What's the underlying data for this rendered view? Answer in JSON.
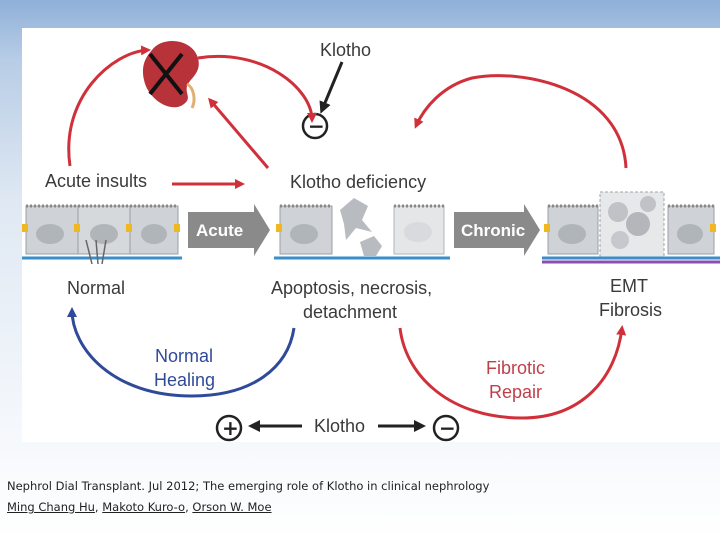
{
  "diagram": {
    "top_label": "Klotho",
    "acute_insults": "Acute insults",
    "klotho_deficiency": "Klotho deficiency",
    "acute": "Acute",
    "chronic": "Chronic",
    "normal": "Normal",
    "apoptosis_line1": "Apoptosis, necrosis,",
    "apoptosis_line2": "detachment",
    "emt": "EMT",
    "fibrosis": "Fibrosis",
    "normal_healing_line1": "Normal",
    "normal_healing_line2": "Healing",
    "fibrotic_repair_line1": "Fibrotic",
    "fibrotic_repair_line2": "Repair",
    "bottom_klotho": "Klotho",
    "plus_sign": "+",
    "minus_sign": "−",
    "colors": {
      "red_arrow": "#d0303a",
      "blue_arrow": "#2f4a99",
      "gray_box": "#8a8a8a",
      "kidney": "#b8323a"
    }
  },
  "caption": {
    "line1": "Nephrol Dial Transplant. Jul 2012; The emerging role of Klotho in clinical nephrology",
    "author1": "Ming Chang Hu",
    "sep1": ", ",
    "author2": "Makoto Kuro-o",
    "sep2": ", ",
    "author3": "Orson W. Moe"
  }
}
